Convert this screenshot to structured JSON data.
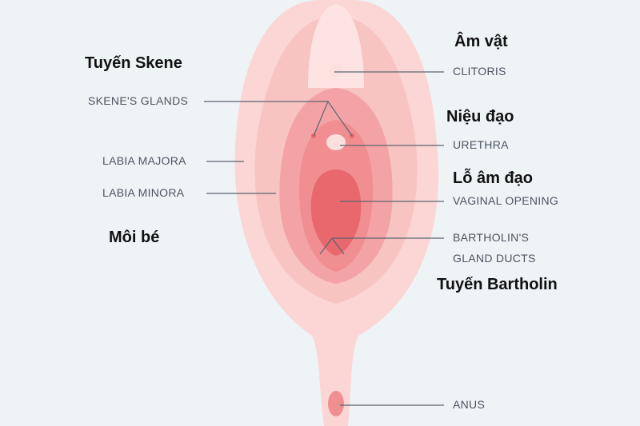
{
  "labels_en": {
    "clitoris": "CLITORIS",
    "skene": "SKENE'S GLANDS",
    "urethra": "URETHRA",
    "majora": "LABIA MAJORA",
    "minora": "LABIA MINORA",
    "vaginal": "VAGINAL OPENING",
    "bartholin1": "BARTHOLIN'S",
    "bartholin2": "GLAND DUCTS",
    "anus": "ANUS"
  },
  "labels_vi": {
    "clitoris": "Âm vật",
    "skene": "Tuyến Skene",
    "urethra": "Niệu đạo",
    "vaginal": "Lỗ âm đạo",
    "minora": "Môi bé",
    "bartholin": "Tuyến Bartholin"
  },
  "colors": {
    "background": "#eef3f6",
    "outer": "#fbd6d4",
    "majora": "#f7c3c1",
    "minora": "#f3a5a6",
    "opening": "#ea6e72",
    "line": "#5a6670"
  }
}
